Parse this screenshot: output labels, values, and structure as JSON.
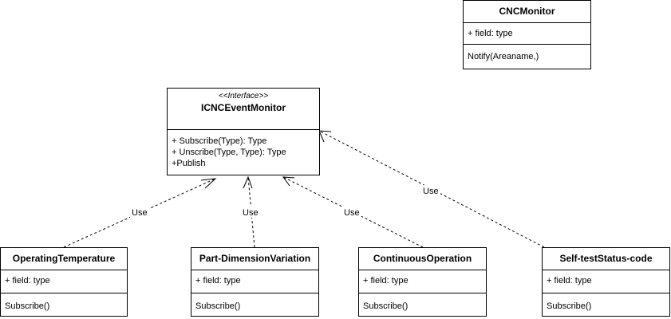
{
  "interface": {
    "stereotype": "<<Interface>>",
    "name": "ICNCEventMonitor",
    "methods": [
      "+ Subscribe(Type): Type",
      "+ Unscribe(Type, Type): Type",
      "+Publish"
    ]
  },
  "monitor": {
    "name": "CNCMonitor",
    "field": "+ field: type",
    "method": "Notify(Areaname,)"
  },
  "subscribers": [
    {
      "name": "OperatingTemperature",
      "field": "+ field: type",
      "method": "Subscribe()"
    },
    {
      "name": "Part-DimensionVariation",
      "field": "+ field: type",
      "method": "Subscribe()"
    },
    {
      "name": "ContinuousOperation",
      "field": "+ field: type",
      "method": "Subscribe()"
    },
    {
      "name": "Self-testStatus-code",
      "field": "+ field: type",
      "method": "Subscribe()"
    }
  ],
  "edge_label": "Use"
}
